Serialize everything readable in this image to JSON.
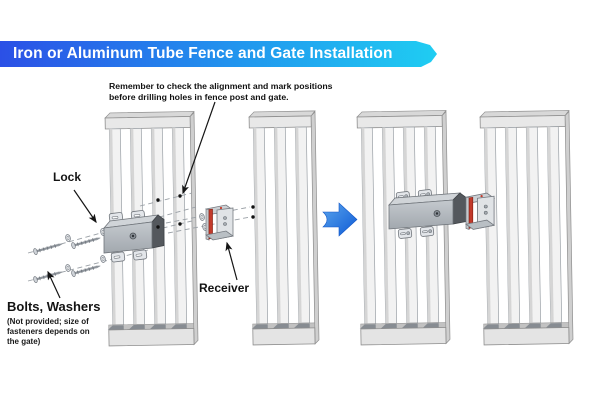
{
  "title": "Iron or Aluminum Tube Fence and Gate Installation",
  "annotation": {
    "line1": "Remember to check the alignment and mark positions",
    "line2": "before drilling holes in fence post and gate."
  },
  "labels": {
    "lock": "Lock",
    "receiver": "Receiver",
    "bolts_washers": "Bolts, Washers",
    "bolts_note_line1": "(Not provided; size of",
    "bolts_note_line2": "fasteners depends on",
    "bolts_note_line3": "the gate)"
  },
  "icons": {
    "step_arrow": "right-arrow-icon"
  },
  "colors": {
    "banner_gradient_start": "#2b50e6",
    "banner_gradient_end": "#1fcdf2",
    "banner_text": "#ffffff",
    "step_arrow_start": "#5aa4ec",
    "step_arrow_end": "#0d5ad6",
    "receiver_latch_red": "#c23a2b",
    "fence_light_gray": "#f2f2f2",
    "lock_gray": "#b0b6bc",
    "label_text": "#111111"
  }
}
